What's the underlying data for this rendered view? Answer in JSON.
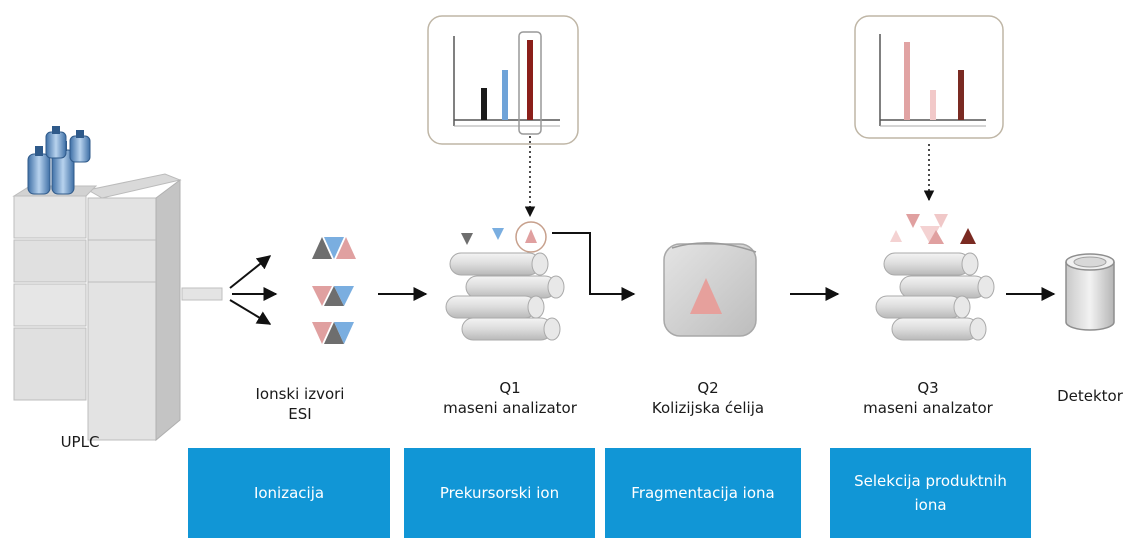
{
  "stages": {
    "uplc": "UPLC",
    "ion_source_line1": "Ionski izvori",
    "ion_source_line2": "ESI",
    "q1_line1": "Q1",
    "q1_line2": "maseni analizator",
    "q2_line1": "Q2",
    "q2_line2": "Kolizijska ćelija",
    "q3_line1": "Q3",
    "q3_line2": "maseni analzator",
    "detector": "Detektor"
  },
  "process_boxes": {
    "ionization": "Ionizacija",
    "precursor": "Prekursorski ion",
    "fragmentation": "Fragmentacija iona",
    "selection_line1": "Selekcija produktnih",
    "selection_line2": "iona"
  },
  "colors": {
    "process_box": "#1196d6",
    "ion_dark": "#6e6e6e",
    "ion_blue": "#7aaee0",
    "ion_pink": "#e0a0a0",
    "ion_maroon": "#7a2a22"
  }
}
